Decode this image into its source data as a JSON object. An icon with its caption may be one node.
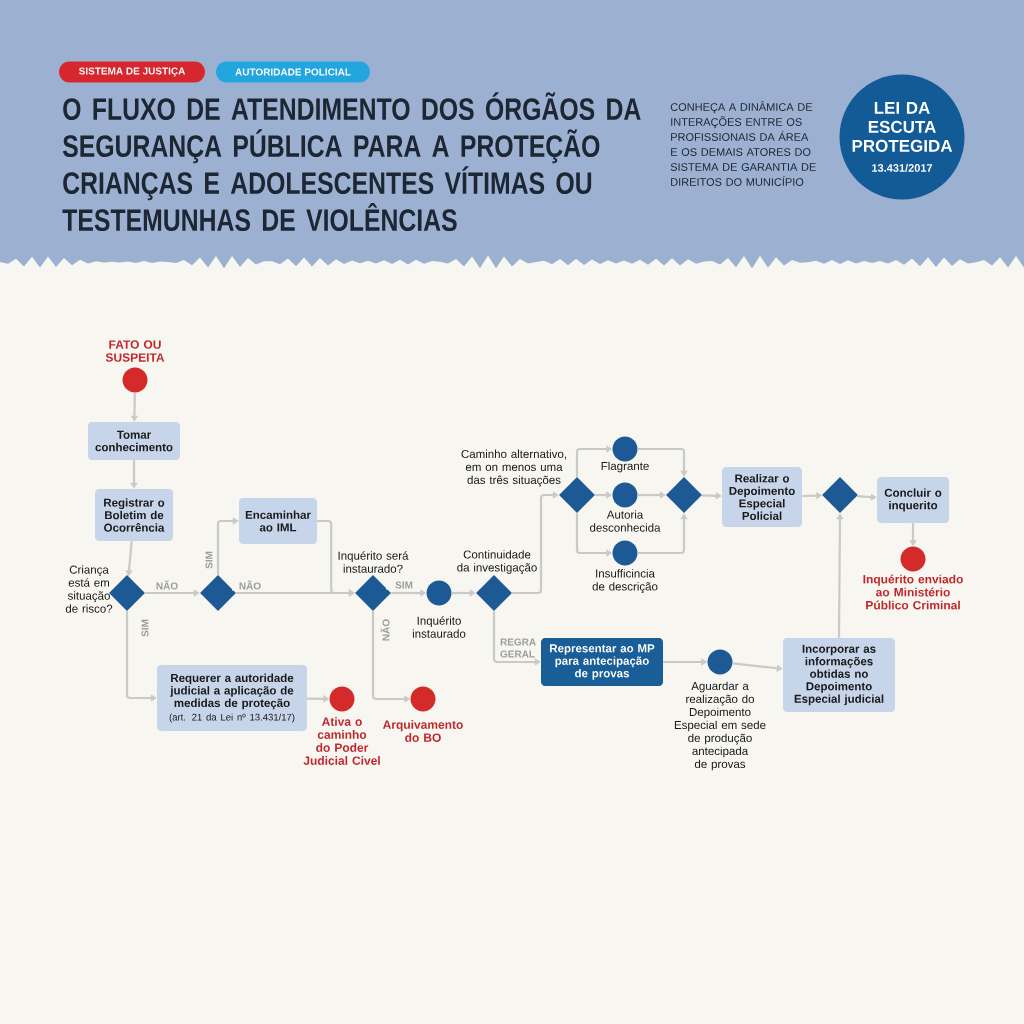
{
  "diagram": {
    "title": "O FLUXO DE ATENDIMENTO DOS ÓRGÃOS DA SEGURANÇA PÚBLICA PARA A PROTEÇÃO CRIANÇAS E ADOLESCENTES VÍTIMAS OU TESTEMUNHAS DE VIOLÊNCIAS",
    "nodes": [
      {
        "text": [
          "SISTEMA DE JUSTIÇA"
        ]
      },
      {
        "text": [
          "AUTORIDADE POLICIAL"
        ]
      },
      {
        "text": [
          "LEI DA ESCUTA PROTEGIDA",
          "13.431/2017"
        ]
      },
      {
        "text": [],
        "shape": "circle",
        "beside": [
          "FATO OU SUSPEITA"
        ]
      },
      {
        "text": [
          "Tomar conhecimento"
        ]
      },
      {
        "text": [
          "Registrar o Boletim de Ocorrência"
        ]
      },
      {
        "text": [],
        "shape": "diamond",
        "beside": [
          "Criança está em situação de risco?"
        ]
      },
      {
        "text": [],
        "shape": "diamond"
      },
      {
        "text": [
          "Encaminhar ao IML"
        ]
      },
      {
        "text": [],
        "shape": "diamond",
        "beside": [
          "Inquérito será instaurado?"
        ]
      },
      {
        "text": [],
        "shape": "circle",
        "beside": [
          "Inquérito instaurado"
        ]
      },
      {
        "text": [],
        "shape": "diamond",
        "beside": [
          "Continuidade da investigação"
        ]
      },
      {
        "text": [],
        "shape": "diamond",
        "beside": [
          "Caminho alternativo, em on menos uma das três situações"
        ]
      },
      {
        "text": [],
        "shape": "circle",
        "beside": [
          "Flagrante"
        ]
      },
      {
        "text": [],
        "shape": "circle",
        "beside": [
          "Autoria desconhecida"
        ]
      },
      {
        "text": [],
        "shape": "circle",
        "beside": [
          "Insufficincia de descrição"
        ]
      },
      {
        "text": [],
        "shape": "diamond"
      },
      {
        "text": [
          "Realizar o Depoimento Especial Policial"
        ]
      },
      {
        "text": [],
        "shape": "diamond"
      },
      {
        "text": [
          "Concluir o inquerito"
        ]
      },
      {
        "text": [],
        "shape": "circle",
        "beside": [
          "Inquérito enviado ao Ministério Público Criminal"
        ]
      },
      {
        "text": [
          "Requerer a autoridade judicial a aplicação de medidas de proteção",
          "(art. 21 da Lei nº 13.431/17)"
        ]
      },
      {
        "text": [],
        "shape": "circle",
        "beside": [
          "Ativa o caminho do Poder Judicial Civel"
        ]
      },
      {
        "text": [],
        "shape": "circle",
        "beside": [
          "Arquivamento do BO"
        ]
      },
      {
        "text": [
          "Representar ao MP para antecipação de provas"
        ]
      },
      {
        "text": [],
        "shape": "circle",
        "beside": [
          "Aguardar a realização do Depoimento Especial em sede de produção antecipada de provas"
        ]
      },
      {
        "text": [
          "Incorporar as informações obtidas no Depoimento Especial judicial"
        ]
      }
    ],
    "edges": [
      {
        "from": 3,
        "to": 4,
        "arrow": "to"
      },
      {
        "from": 4,
        "to": 5,
        "arrow": "to"
      },
      {
        "from": 5,
        "to": 6,
        "arrow": "to"
      },
      {
        "from": 6,
        "to": 7,
        "arrow": "to",
        "label": "NÃO"
      },
      {
        "from": 6,
        "to": 21,
        "arrow": "to",
        "label": "SIM"
      },
      {
        "from": 7,
        "to": 8,
        "arrow": "to",
        "label": "SIM"
      },
      {
        "from": 7,
        "to": 9,
        "arrow": "to",
        "label": "NÃO"
      },
      {
        "from": 8,
        "to": 9,
        "arrow": "to"
      },
      {
        "from": 9,
        "to": 10,
        "arrow": "to",
        "label": "SIM"
      },
      {
        "from": 9,
        "to": 23,
        "arrow": "to",
        "label": "NÃO"
      },
      {
        "from": 10,
        "to": 11,
        "arrow": "to"
      },
      {
        "from": 11,
        "to": 12,
        "arrow": "to"
      },
      {
        "from": 11,
        "to": 24,
        "arrow": "to",
        "label": "REGRA GERAL"
      },
      {
        "from": 12,
        "to": 13,
        "arrow": "to"
      },
      {
        "from": 12,
        "to": 14,
        "arrow": "to"
      },
      {
        "from": 12,
        "to": 15,
        "arrow": "to"
      },
      {
        "from": 13,
        "to": 16,
        "arrow": "to"
      },
      {
        "from": 14,
        "to": 16,
        "arrow": "to"
      },
      {
        "from": 15,
        "to": 16,
        "arrow": "to"
      },
      {
        "from": 16,
        "to": 17,
        "arrow": "to"
      },
      {
        "from": 17,
        "to": 18,
        "arrow": "to"
      },
      {
        "from": 18,
        "to": 19,
        "arrow": "to"
      },
      {
        "from": 19,
        "to": 20,
        "arrow": "to"
      },
      {
        "from": 21,
        "to": 22,
        "arrow": "to"
      },
      {
        "from": 24,
        "to": 25,
        "arrow": "to"
      },
      {
        "from": 25,
        "to": 26,
        "arrow": "to"
      },
      {
        "from": 26,
        "to": 18,
        "arrow": "to"
      }
    ],
    "labels": [
      "CONHEÇA A DINÂMICA DE INTERAÇÕES ENTRE OS PROFISSIONAIS DA ÁREA E OS DEMAIS ATORES DO SISTEMA DE GARANTIA DE DIREITOS DO MUNICÍPIO"
    ]
  }
}
